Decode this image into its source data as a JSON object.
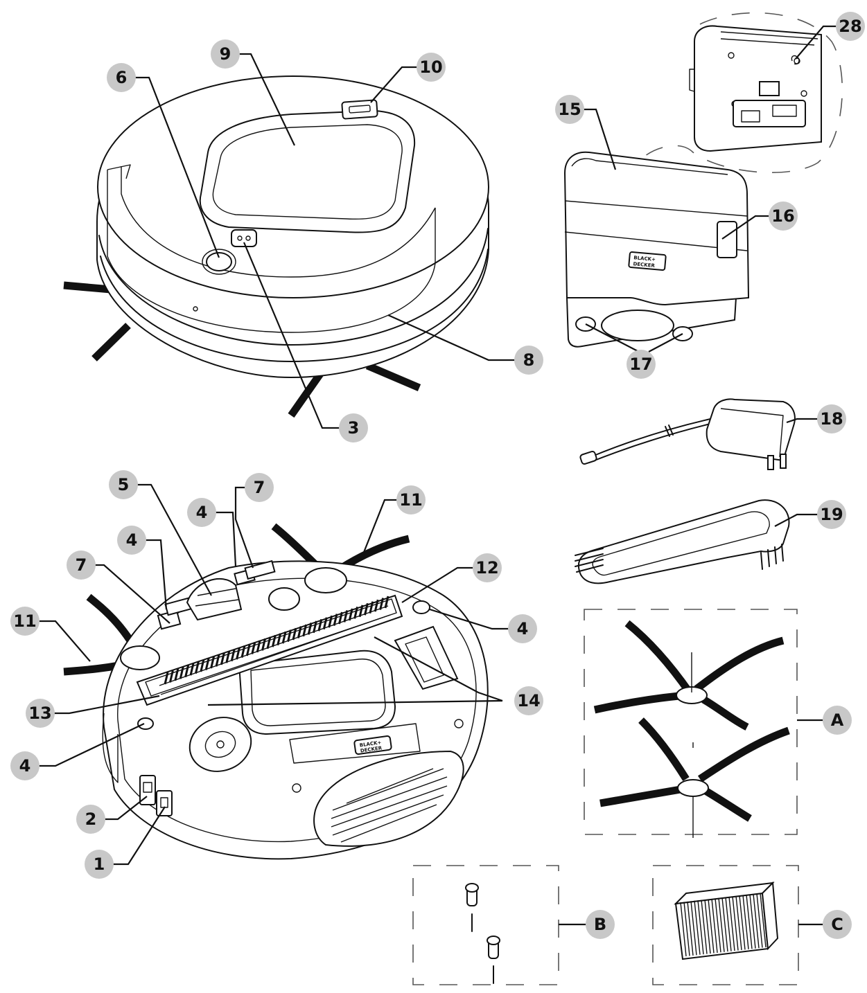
{
  "diagram": {
    "colors": {
      "line": "#111111",
      "badge_fill": "#c8c8c8",
      "frame_dash": "#555555"
    },
    "callouts": [
      "1",
      "2",
      "3",
      "4",
      "5",
      "6",
      "7",
      "8",
      "9",
      "10",
      "11",
      "12",
      "13",
      "14",
      "15",
      "16",
      "17",
      "18",
      "19",
      "28",
      "A",
      "B",
      "C"
    ],
    "logo_text": [
      "BLACK+",
      "DECKER"
    ]
  }
}
